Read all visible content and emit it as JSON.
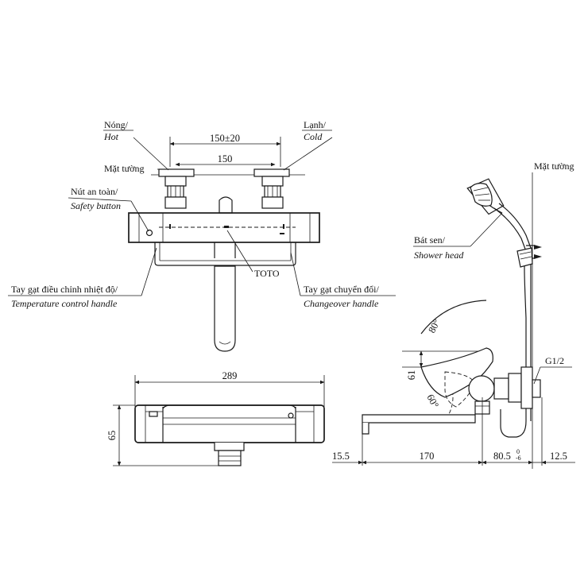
{
  "labels": {
    "hot_vi": "Nóng/",
    "hot_en": "Hot",
    "cold_vi": "Lạnh/",
    "cold_en": "Cold",
    "wall_left": "Mặt tường",
    "safety_vi": "Nút an toàn/",
    "safety_en": "Safety button",
    "temp_vi": "Tay gạt điều chỉnh nhiệt độ/",
    "temp_en": "Temperature control handle",
    "brand": "TOTO",
    "change_vi": "Tay gạt chuyển đổi/",
    "change_en": "Changeover handle",
    "wall_right": "Mặt tường",
    "shower_vi": "Bát sen/",
    "shower_en": "Shower head",
    "thread": "G1/2"
  },
  "dimensions": {
    "top_outer": "150±20",
    "top_inner": "150",
    "width": "289",
    "height": "65",
    "left_offset": "15.5",
    "spout": "170",
    "projection": "80.5",
    "projection_upper": "0",
    "projection_lower": "-6",
    "wall_gap": "12.5",
    "angle_up": "80°",
    "angle_down": "60°",
    "side_height": "61"
  }
}
